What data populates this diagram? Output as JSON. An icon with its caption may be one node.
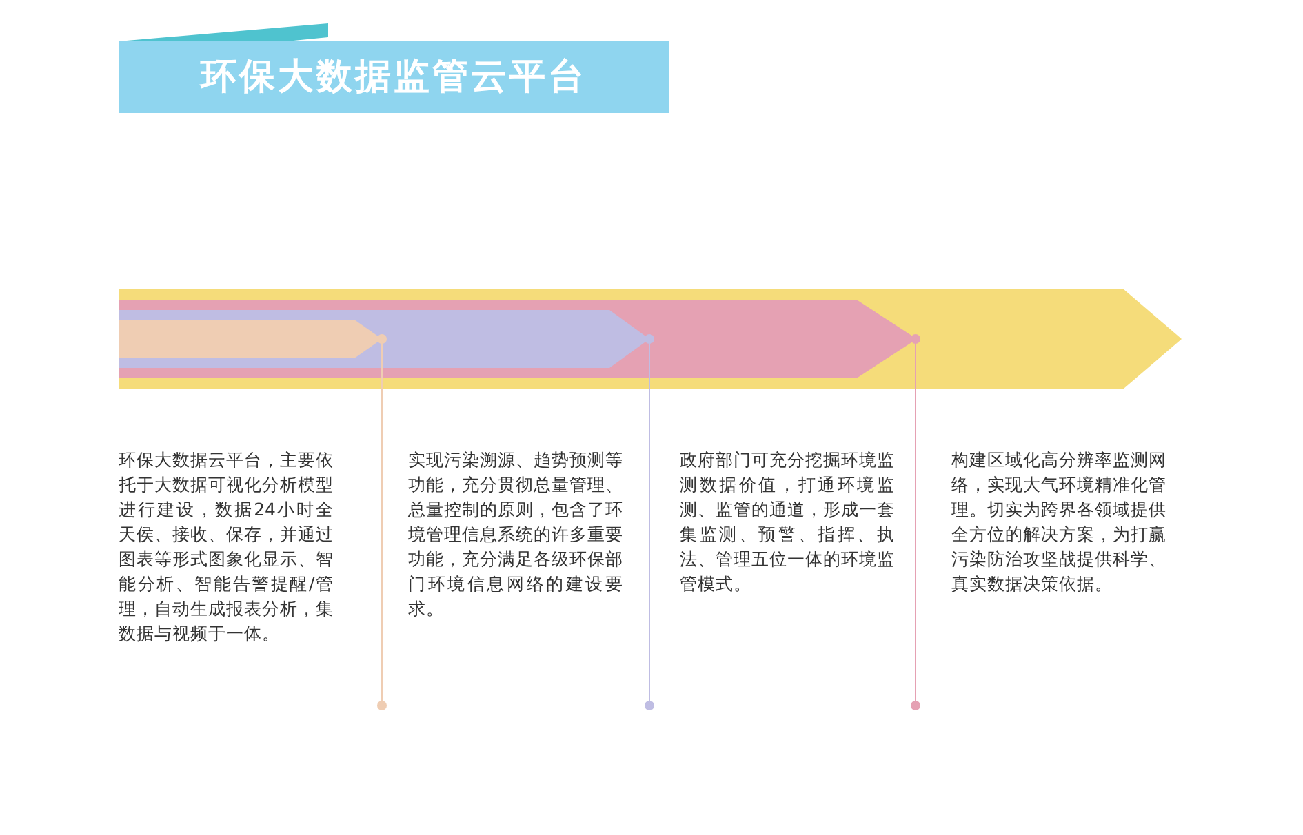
{
  "diagram": {
    "title": "环保大数据监管云平台",
    "labels": [
      "环保大数据云平台，主要依托于大数据可视化分析模型进行建设，数据24小时全天侯、接收、保存，并通过图表等形式图象化显示、智能分析、智能告警提醒/管理，自动生成报表分析，集数据与视频于一体。",
      "实现污染溯源、趋势预测等功能，充分贯彻总量管理、总量控制的原则，包含了环境管理信息系统的许多重要功能，充分满足各级环保部门环境信息网络的建设要求。",
      "政府部门可充分挖掘环境监测数据价值，打通环境监测、监管的通道，形成一套集监测、预警、指挥、执法、管理五位一体的环境监管模式。",
      "构建区域化高分辨率监测网络，实现大气环境精准化管理。切实为跨界各领域提供全方位的解决方案，为打赢污染防治攻坚战提供科学、真实数据决策依据。"
    ]
  }
}
